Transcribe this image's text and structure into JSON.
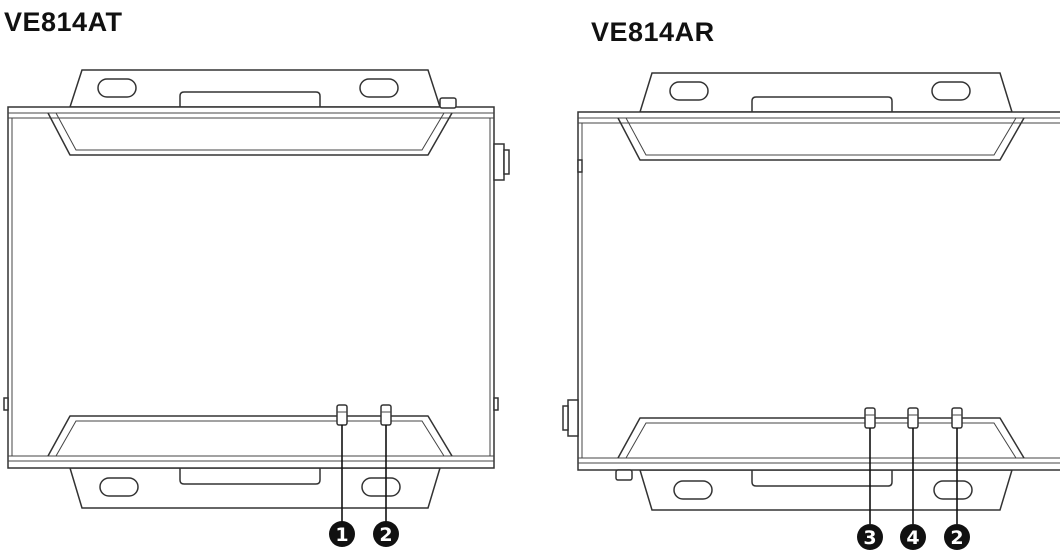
{
  "devices": [
    {
      "id": "at",
      "model": "VE814AT",
      "callouts": [
        "1",
        "2"
      ]
    },
    {
      "id": "ar",
      "model": "VE814AR",
      "callouts": [
        "3",
        "4",
        "2"
      ]
    }
  ],
  "colors": {
    "line": "#333333",
    "badge_fill": "#111111",
    "badge_text": "#ffffff",
    "background": "#ffffff"
  }
}
